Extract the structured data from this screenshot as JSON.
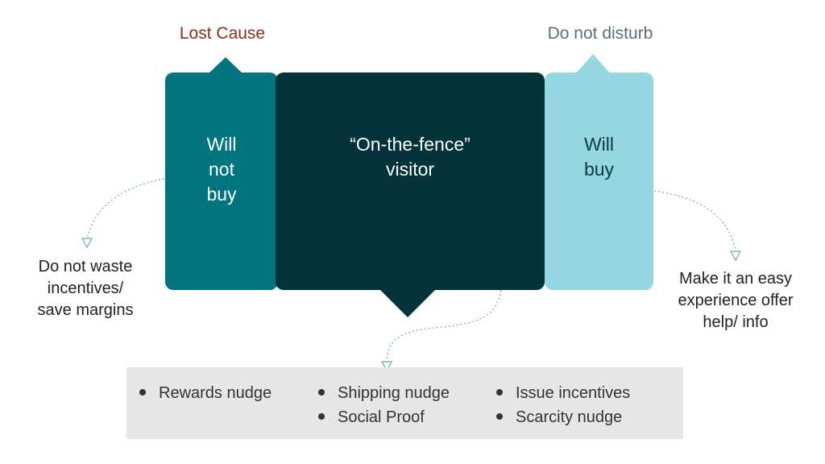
{
  "segments": {
    "lost_cause_label": "Lost Cause",
    "do_not_disturb_label": "Do not disturb",
    "will_not_buy": [
      "Will",
      "not",
      "buy"
    ],
    "on_the_fence": [
      "“On-the-fence”",
      "visitor"
    ],
    "will_buy": [
      "Will",
      "buy"
    ]
  },
  "advice": {
    "left": [
      "Do not waste",
      "incentives/",
      "save margins"
    ],
    "right": [
      "Make it an easy",
      "experience offer",
      "help/ info"
    ]
  },
  "tactics": [
    "Rewards nudge",
    "Shipping nudge",
    "Issue incentives",
    "Social Proof",
    "Scarcity nudge"
  ],
  "colors": {
    "will_not_buy": "#007580",
    "on_the_fence": "#04343b",
    "will_buy": "#95d7e0",
    "lost_cause_text": "#8a2e18",
    "do_not_disturb_text": "#5a6e7d",
    "panel": "#e6e6e6",
    "connector": "#6fa8ad"
  }
}
